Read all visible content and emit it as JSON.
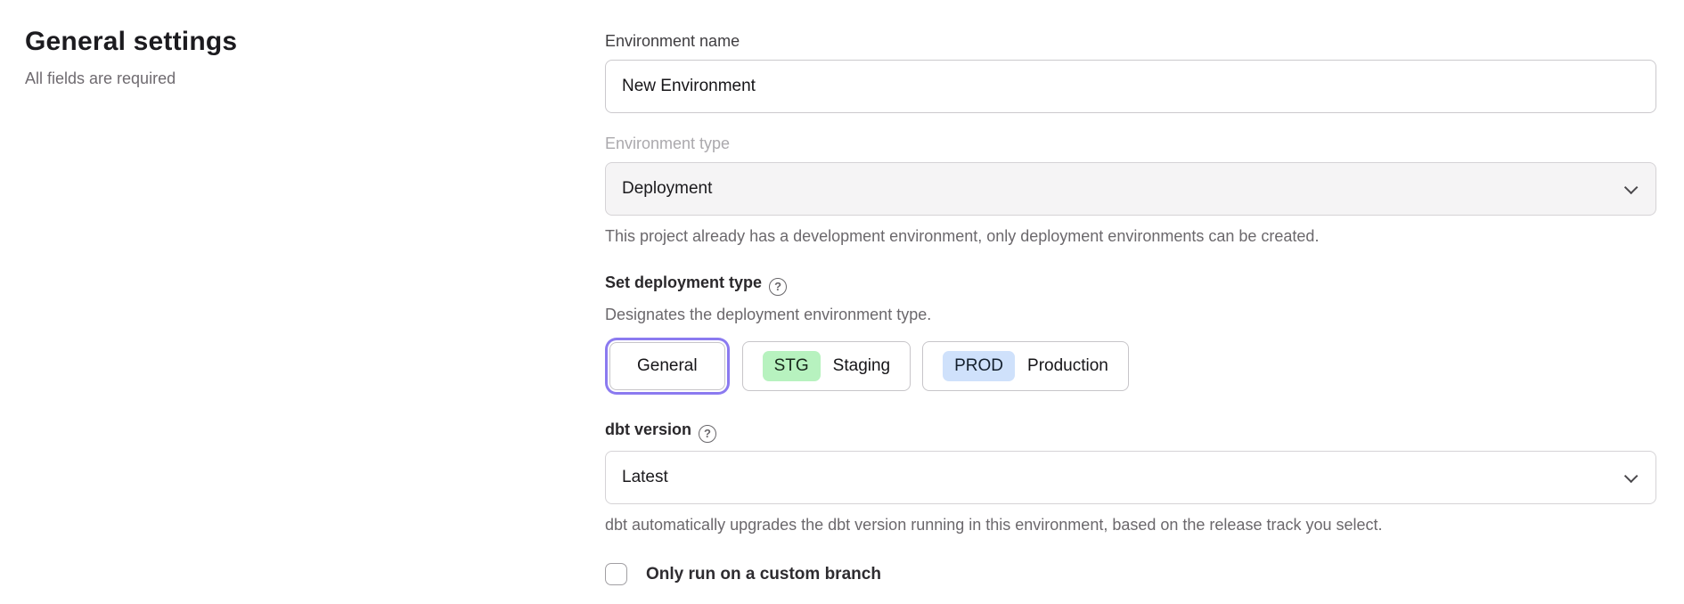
{
  "page": {
    "heading": "General settings",
    "subheading": "All fields are required"
  },
  "form": {
    "environment_name": {
      "label": "Environment name",
      "value": "New Environment"
    },
    "environment_type": {
      "label": "Environment type",
      "value": "Deployment",
      "disabled": true,
      "helper": "This project already has a development environment, only deployment environments can be created."
    },
    "deployment_type": {
      "label": "Set deployment type",
      "help_icon": "?",
      "helper": "Designates the deployment environment type.",
      "options": [
        {
          "label": "General",
          "badge": "",
          "selected": true
        },
        {
          "label": "Staging",
          "badge": "STG",
          "selected": false
        },
        {
          "label": "Production",
          "badge": "PROD",
          "selected": false
        }
      ]
    },
    "dbt_version": {
      "label": "dbt version",
      "help_icon": "?",
      "value": "Latest",
      "helper": "dbt automatically upgrades the dbt version running in this environment, based on the release track you select."
    },
    "custom_branch": {
      "label": "Only run on a custom branch",
      "checked": false
    }
  },
  "colors": {
    "accent_purple": "#8b7af0",
    "badge_green": "#b7f2bf",
    "badge_blue": "#cfe1fb",
    "readonly_field_bg": "#f5f4f5"
  }
}
